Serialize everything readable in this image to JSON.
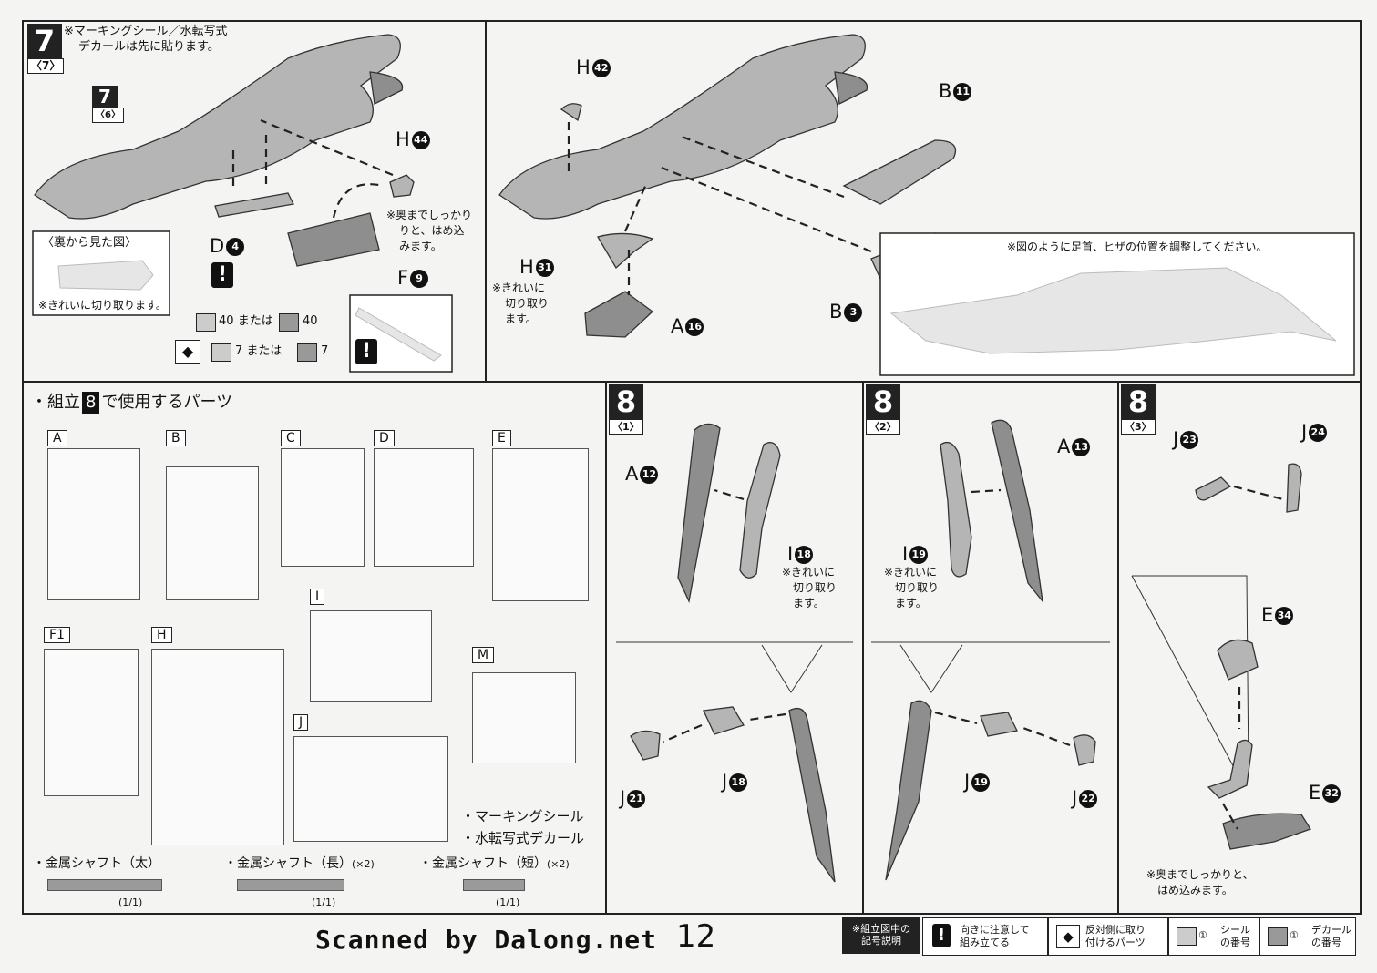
{
  "step7": {
    "badge": "7",
    "sub": "〈7〉",
    "note_line1": "※マーキングシール／水転写式",
    "note_line2": "デカールは先に貼ります。",
    "ref_badge": "7",
    "ref_sub": "〈6〉",
    "view_label": "〈裏から見た図〉",
    "cut_note": "※きれいに切り取ります。",
    "press_note_1": "※奥までしっかり",
    "press_note_2": "りと、はめ込",
    "press_note_3": "みます。",
    "cut_note2_1": "※きれいに",
    "cut_note2_2": "切り取り",
    "cut_note2_3": "ます。",
    "adjust_note": "※図のように足首、ヒザの位置を調整してください。",
    "seal_row1_num": "40",
    "seal_row1_or": "または",
    "seal_row2_num": "7",
    "seal_row2_or": "または",
    "parts": {
      "H44": {
        "letter": "H",
        "num": "44"
      },
      "D4": {
        "letter": "D",
        "num": "4"
      },
      "F9": {
        "letter": "F",
        "num": "9"
      },
      "H42": {
        "letter": "H",
        "num": "42"
      },
      "B11": {
        "letter": "B",
        "num": "11"
      },
      "H31": {
        "letter": "H",
        "num": "31"
      },
      "A16": {
        "letter": "A",
        "num": "16"
      },
      "B3": {
        "letter": "B",
        "num": "3"
      }
    }
  },
  "parts_used": {
    "title_pre": "・組立",
    "title_num": "8",
    "title_post": "で使用するパーツ",
    "runners": [
      "A",
      "B",
      "C",
      "D",
      "E",
      "F1",
      "H",
      "I",
      "J",
      "M"
    ],
    "decal_line1": "・マーキングシール",
    "decal_line2": "・水転写式デカール",
    "shafts": [
      {
        "label": "・金属シャフト（太）",
        "qty": "",
        "ratio": "(1/1)"
      },
      {
        "label": "・金属シャフト（長）",
        "qty": "(×2)",
        "ratio": "(1/1)"
      },
      {
        "label": "・金属シャフト（短）",
        "qty": "(×2)",
        "ratio": "(1/1)"
      }
    ]
  },
  "step8_1": {
    "badge": "8",
    "sub": "〈1〉",
    "parts": {
      "A12": {
        "letter": "A",
        "num": "12"
      },
      "I18": {
        "letter": "I",
        "num": "18"
      },
      "J18": {
        "letter": "J",
        "num": "18"
      },
      "J21": {
        "letter": "J",
        "num": "21"
      }
    },
    "note_1": "※きれいに",
    "note_2": "切り取り",
    "note_3": "ます。"
  },
  "step8_2": {
    "badge": "8",
    "sub": "〈2〉",
    "parts": {
      "A13": {
        "letter": "A",
        "num": "13"
      },
      "I19": {
        "letter": "I",
        "num": "19"
      },
      "J19": {
        "letter": "J",
        "num": "19"
      },
      "J22": {
        "letter": "J",
        "num": "22"
      }
    },
    "note_1": "※きれいに",
    "note_2": "切り取り",
    "note_3": "ます。"
  },
  "step8_3": {
    "badge": "8",
    "sub": "〈3〉",
    "parts": {
      "J23": {
        "letter": "J",
        "num": "23"
      },
      "J24": {
        "letter": "J",
        "num": "24"
      },
      "E34": {
        "letter": "E",
        "num": "34"
      },
      "E32": {
        "letter": "E",
        "num": "32"
      }
    },
    "note_1": "※奥までしっかりと、",
    "note_2": "はめ込みます。"
  },
  "footer": {
    "scan_credit": "Scanned by Dalong.net",
    "page_number": "12",
    "legend_title_1": "※組立図中の",
    "legend_title_2": "記号説明",
    "legend_items": [
      {
        "icon": "!",
        "line1": "向きに注意して",
        "line2": "組み立てる"
      },
      {
        "icon": "◆",
        "line1": "反対側に取り",
        "line2": "付けるパーツ"
      },
      {
        "icon": "①",
        "line1": "シール",
        "line2": "の番号"
      },
      {
        "icon": "①",
        "line1": "デカール",
        "line2": "の番号"
      }
    ]
  }
}
